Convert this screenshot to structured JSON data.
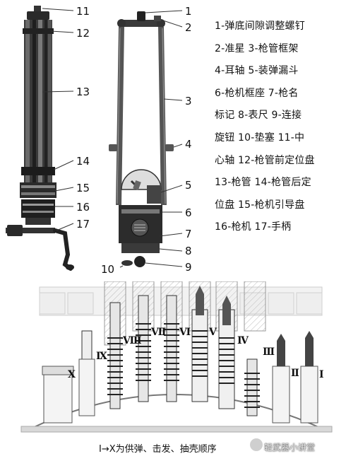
{
  "left_gun": {
    "callouts": [
      "11",
      "12",
      "13",
      "14",
      "15",
      "16",
      "17"
    ]
  },
  "frame": {
    "callouts": [
      "1",
      "2",
      "3",
      "4",
      "5",
      "6",
      "7",
      "8",
      "9",
      "10"
    ]
  },
  "legend": [
    "1-弹底间隙调整螺钉",
    "2-准星 3-枪管框架",
    "4-耳轴 5-装弹漏斗",
    "6-枪机框座 7-枪名",
    "标记 8-表尺 9-连接",
    "旋钮 10-垫塞 11-中",
    "心轴 12-枪管前定位盘",
    "13-枪管 14-枪管后定",
    "位盘 15-枪机引导盘",
    "16-枪机 17-手柄"
  ],
  "sequence": {
    "stations": [
      "Ⅷ",
      "Ⅶ",
      "Ⅵ",
      "Ⅴ",
      "Ⅳ",
      "Ⅲ",
      "Ⅱ",
      "Ⅰ",
      "Ⅸ",
      "Ⅹ"
    ],
    "caption": "Ⅰ→Ⅹ为供弹、击发、抽壳顺序"
  },
  "watermark": "轻武器小讲堂"
}
